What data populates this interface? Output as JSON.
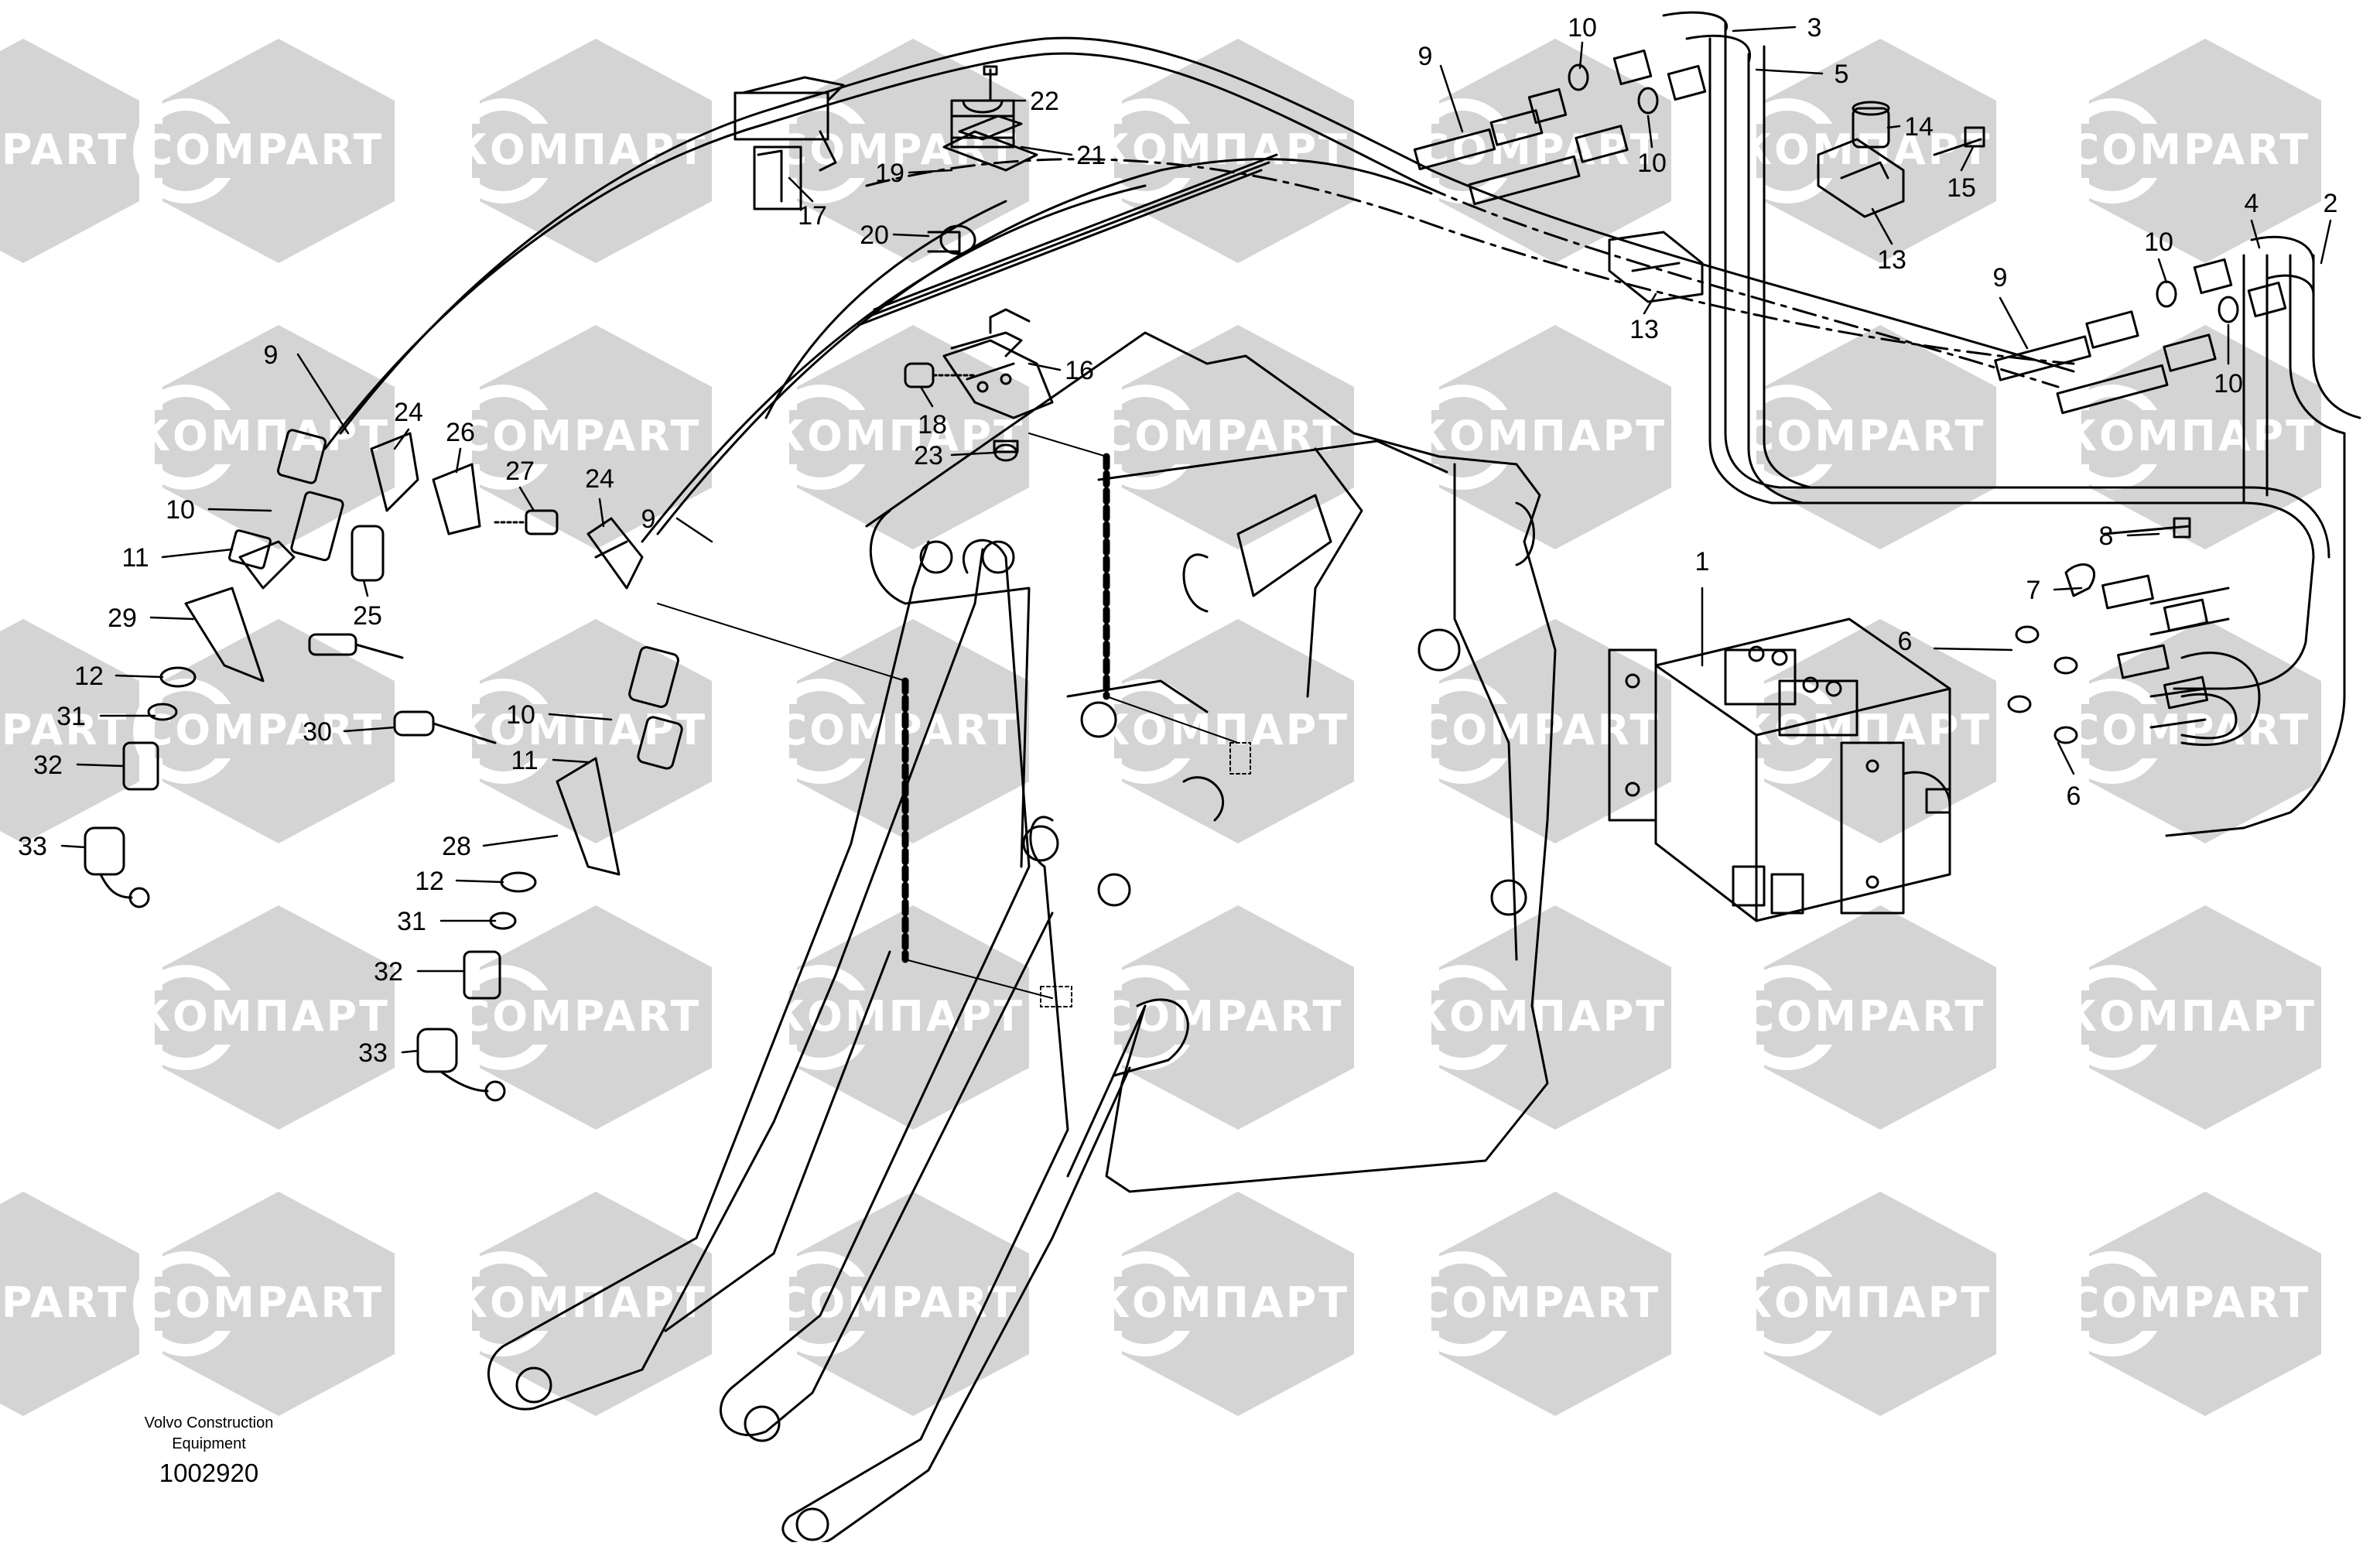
{
  "watermarks": {
    "latin": "COMPART",
    "cyrillic": "КОМПАРТ"
  },
  "footer": {
    "maker_line1": "Volvo Construction",
    "maker_line2": "Equipment",
    "drawing_number": "1002920"
  },
  "callouts": [
    {
      "id": "1",
      "label": "1"
    },
    {
      "id": "2",
      "label": "2"
    },
    {
      "id": "3",
      "label": "3"
    },
    {
      "id": "4",
      "label": "4"
    },
    {
      "id": "5",
      "label": "5"
    },
    {
      "id": "6a",
      "label": "6"
    },
    {
      "id": "6b",
      "label": "6"
    },
    {
      "id": "7",
      "label": "7"
    },
    {
      "id": "8",
      "label": "8"
    },
    {
      "id": "9a",
      "label": "9"
    },
    {
      "id": "9b",
      "label": "9"
    },
    {
      "id": "9c",
      "label": "9"
    },
    {
      "id": "9d",
      "label": "9"
    },
    {
      "id": "10a",
      "label": "10"
    },
    {
      "id": "10b",
      "label": "10"
    },
    {
      "id": "10c",
      "label": "10"
    },
    {
      "id": "10d",
      "label": "10"
    },
    {
      "id": "10e",
      "label": "10"
    },
    {
      "id": "10f",
      "label": "10"
    },
    {
      "id": "11a",
      "label": "11"
    },
    {
      "id": "11b",
      "label": "11"
    },
    {
      "id": "12a",
      "label": "12"
    },
    {
      "id": "12b",
      "label": "12"
    },
    {
      "id": "13a",
      "label": "13"
    },
    {
      "id": "13b",
      "label": "13"
    },
    {
      "id": "14",
      "label": "14"
    },
    {
      "id": "15",
      "label": "15"
    },
    {
      "id": "16",
      "label": "16"
    },
    {
      "id": "17",
      "label": "17"
    },
    {
      "id": "18",
      "label": "18"
    },
    {
      "id": "19",
      "label": "19"
    },
    {
      "id": "20",
      "label": "20"
    },
    {
      "id": "21",
      "label": "21"
    },
    {
      "id": "22",
      "label": "22"
    },
    {
      "id": "23",
      "label": "23"
    },
    {
      "id": "24a",
      "label": "24"
    },
    {
      "id": "24b",
      "label": "24"
    },
    {
      "id": "25",
      "label": "25"
    },
    {
      "id": "26",
      "label": "26"
    },
    {
      "id": "27",
      "label": "27"
    },
    {
      "id": "28",
      "label": "28"
    },
    {
      "id": "29",
      "label": "29"
    },
    {
      "id": "30",
      "label": "30"
    },
    {
      "id": "31a",
      "label": "31"
    },
    {
      "id": "31b",
      "label": "31"
    },
    {
      "id": "32a",
      "label": "32"
    },
    {
      "id": "32b",
      "label": "32"
    },
    {
      "id": "33a",
      "label": "33"
    },
    {
      "id": "33b",
      "label": "33"
    }
  ]
}
